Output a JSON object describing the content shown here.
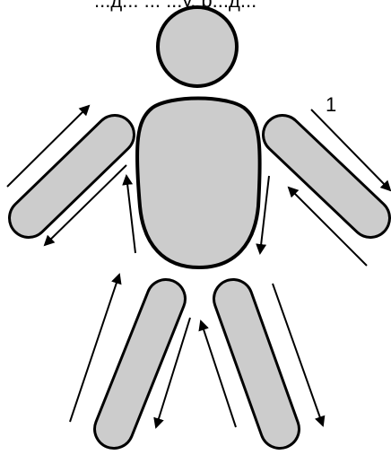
{
  "colors": {
    "body_fill": "#cccccc",
    "outline": "#000000",
    "background": "#ffffff"
  },
  "header_fragment": "...д... ...  ...у, р...д...",
  "step_label": "1",
  "body_parts": [
    "head",
    "torso",
    "left-arm",
    "right-arm",
    "left-leg",
    "right-leg"
  ],
  "arrow_count": 10
}
